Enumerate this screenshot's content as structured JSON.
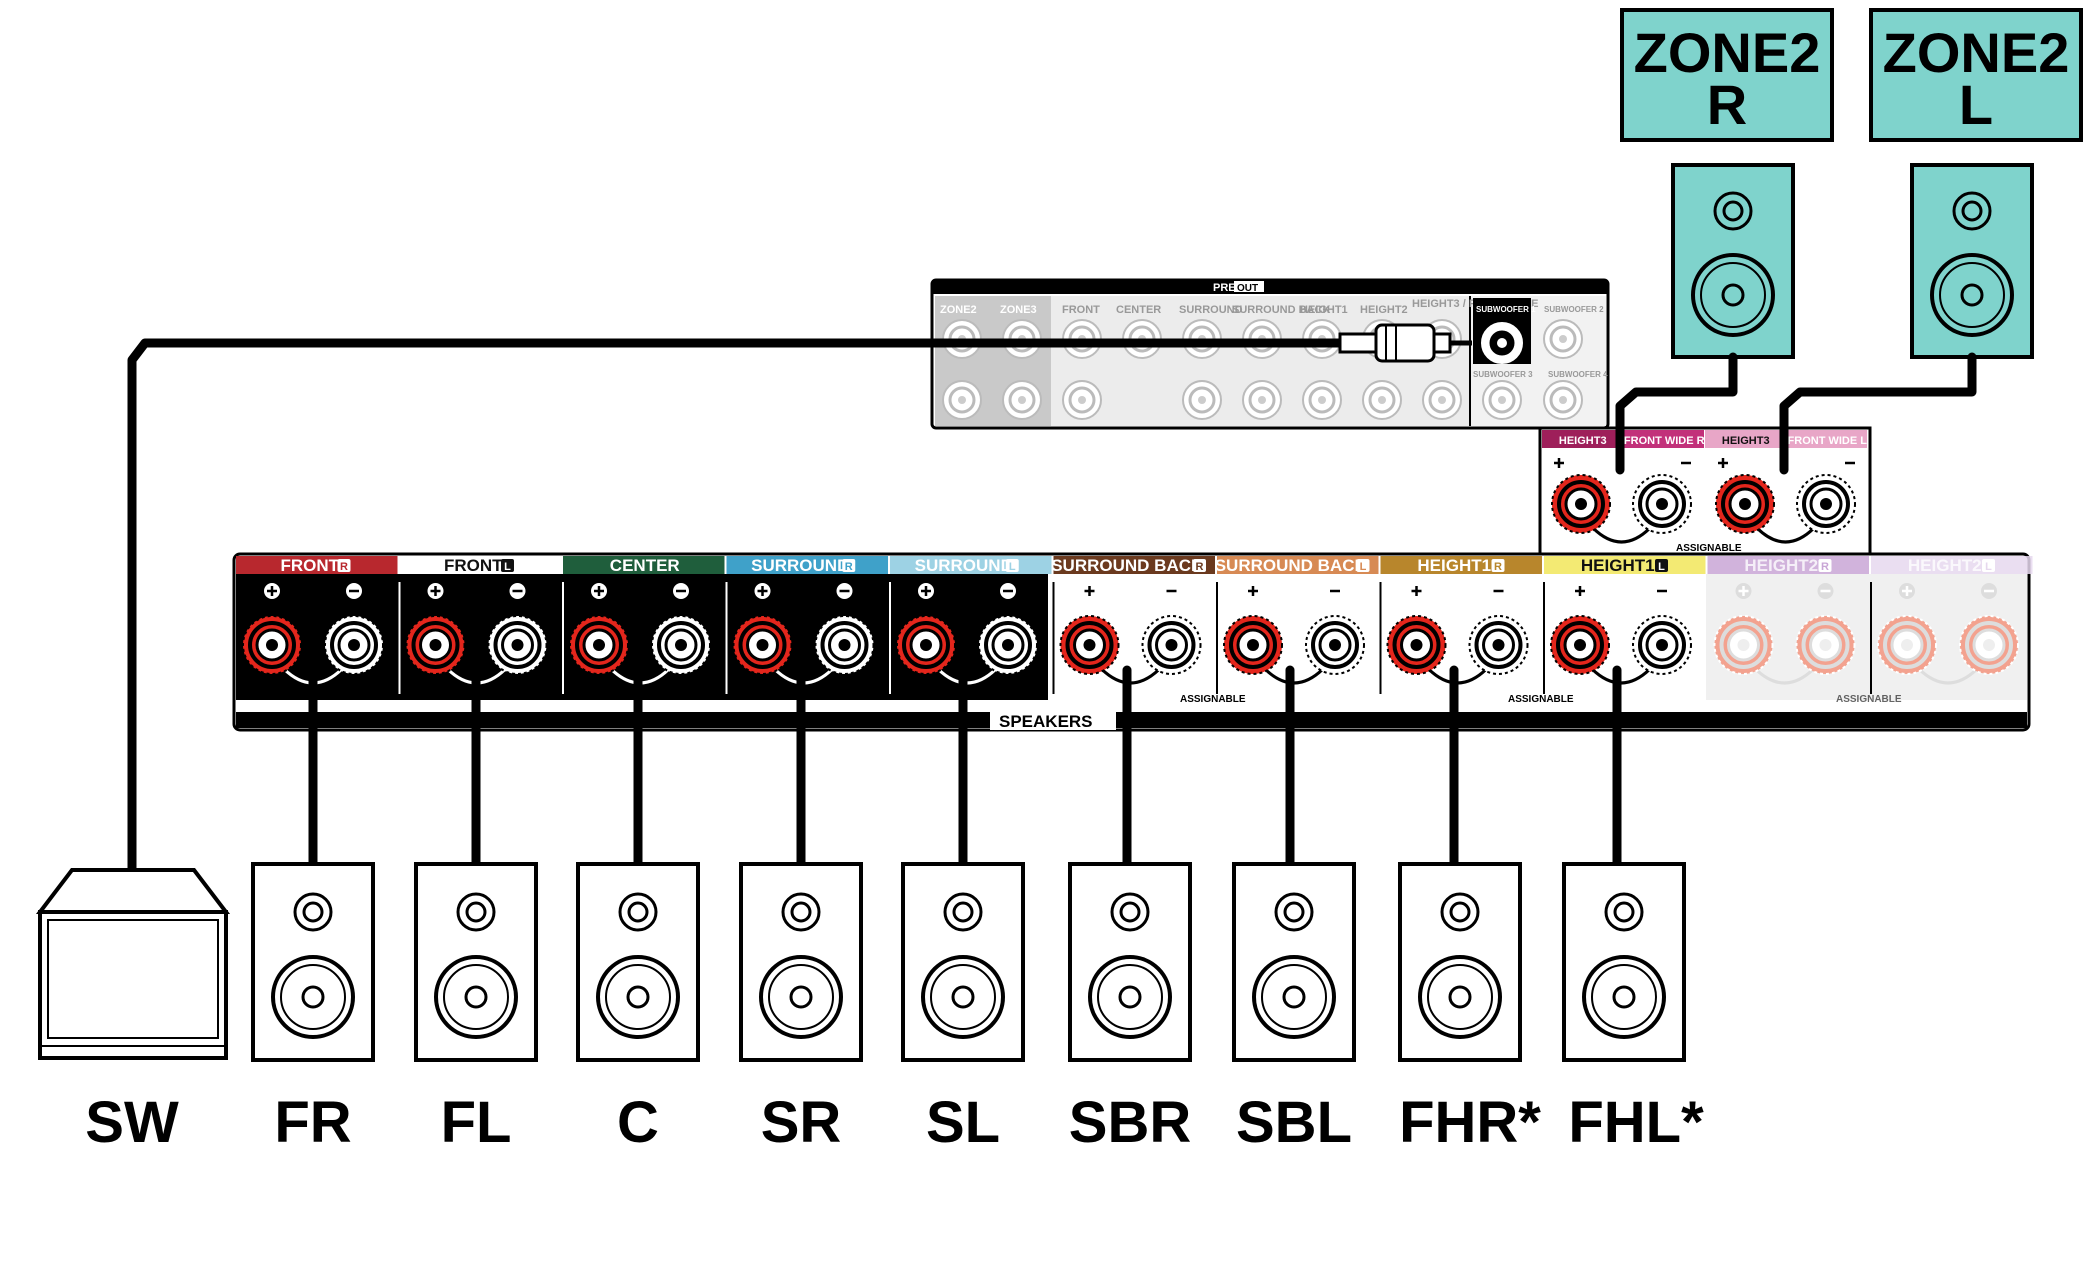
{
  "pre_out": {
    "title": "PRE",
    "title_badge": "OUT",
    "zones": [
      "ZONE2",
      "ZONE3"
    ],
    "channels": [
      "FRONT",
      "CENTER",
      "SURROUND",
      "SURROUND BACK",
      "HEIGHT1",
      "HEIGHT2",
      "HEIGHT3 / FRONT WIDE"
    ],
    "subwoofer_1": "SUBWOOFER 1",
    "subwoofer_2": "SUBWOOFER 2",
    "subwoofer_3": "SUBWOOFER 3",
    "subwoofer_4": "SUBWOOFER 4"
  },
  "speaker_terminals": {
    "section_label": "SPEAKERS",
    "assignable_label": "ASSIGNABLE",
    "groups": [
      {
        "name": "FRONT",
        "side": "R",
        "color": "#b8282e"
      },
      {
        "name": "FRONT",
        "side": "L",
        "color": "#ffffff"
      },
      {
        "name": "CENTER",
        "side": "",
        "color": "#1f5e3c"
      },
      {
        "name": "SURROUND",
        "side": "R",
        "color": "#3fa1c9"
      },
      {
        "name": "SURROUND",
        "side": "L",
        "color": "#9dd2e4"
      },
      {
        "name": "SURROUND BACK",
        "side": "R",
        "color": "#6b3a1f"
      },
      {
        "name": "SURROUND BACK",
        "side": "L",
        "color": "#d78a54"
      },
      {
        "name": "HEIGHT1",
        "side": "R",
        "color": "#b8862c"
      },
      {
        "name": "HEIGHT1",
        "side": "L",
        "color": "#f3ea73"
      },
      {
        "name": "HEIGHT2",
        "side": "R",
        "color": "#c9a6d6"
      },
      {
        "name": "HEIGHT2",
        "side": "L",
        "color": "#e6d8ee"
      }
    ],
    "upper_groups": [
      {
        "name": "HEIGHT3",
        "side": "",
        "color": "#9e1f5a"
      },
      {
        "name": "FRONT WIDE",
        "side": "R",
        "color": "#c2317a"
      },
      {
        "name": "HEIGHT3",
        "side": "",
        "color": "#e8a6c7"
      },
      {
        "name": "FRONT WIDE",
        "side": "L",
        "color": "#e8a6c7"
      }
    ]
  },
  "zone_speakers": [
    {
      "line1": "ZONE2",
      "line2": "R"
    },
    {
      "line1": "ZONE2",
      "line2": "L"
    }
  ],
  "speakers": [
    "SW",
    "FR",
    "FL",
    "C",
    "SR",
    "SL",
    "SBR",
    "SBL",
    "FHR*",
    "FHL*"
  ],
  "colors": {
    "zone_box": "#7fd3cc",
    "terminal_red": "#e4261c",
    "terminal_faded": "#f3a28f",
    "panel_gray": "#d9d9d9"
  }
}
